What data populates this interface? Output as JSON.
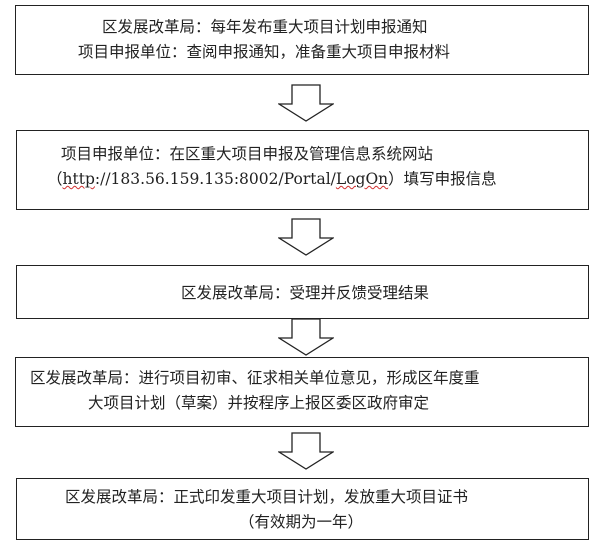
{
  "steps": [
    {
      "lines": [
        "区发展改革局：每年发布重大项目计划申报通知",
        "项目申报单位：查阅申报通知，准备重大项目申报材料"
      ]
    },
    {
      "line1": "项目申报单位：在区重大项目申报及管理信息系统网站",
      "line2_open": "（",
      "url_http": "http",
      "url_mid": "://183.56.159.135:8002/Portal/",
      "url_logon": "LogOn",
      "line2_rest": "）填写申报信息"
    },
    {
      "lines": [
        "区发展改革局：受理并反馈受理结果"
      ]
    },
    {
      "lines": [
        "区发展改革局：进行项目初审、征求相关单位意见，形成区年度重",
        "大项目计划（草案）并按程序上报区委区政府审定"
      ]
    },
    {
      "lines": [
        "区发展改革局：正式印发重大项目计划，发放重大项目证书",
        "（有效期为一年）"
      ]
    }
  ]
}
